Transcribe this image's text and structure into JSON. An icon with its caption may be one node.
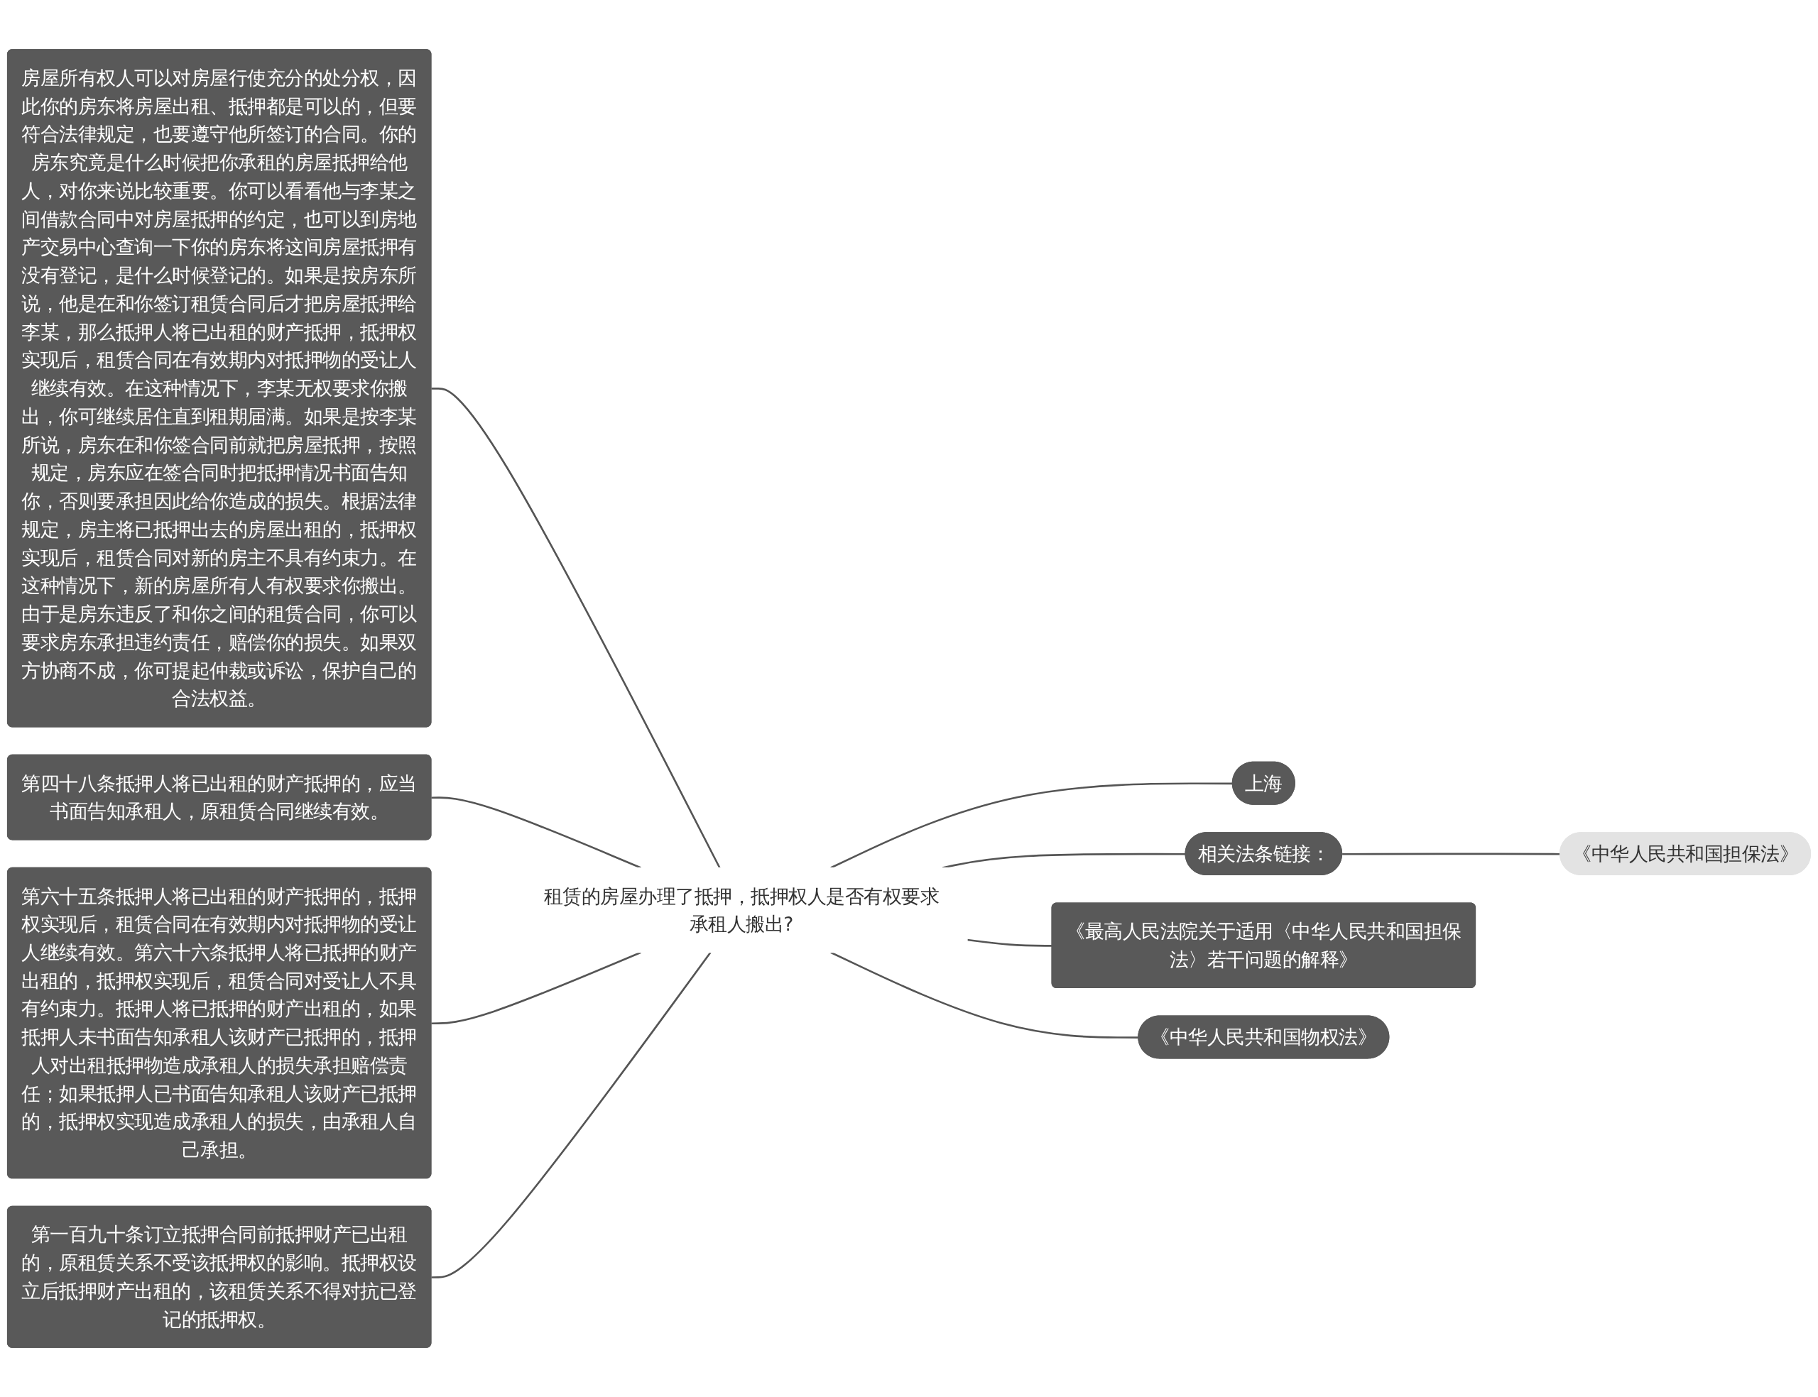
{
  "diagram": {
    "nodes": [
      {
        "text": [
          "租赁的房屋办理了抵押，抵押权人是否有权要求承租人搬出?"
        ]
      },
      {
        "text": [
          "房屋所有权人可以对房屋行使充分的处分权，因此你的房东将房屋出租、抵押都是可以的，但要符合法律规定，也要遵守他所签订的合同。你的房东究竟是什么时候把你承租的房屋抵押给他人，对你来说比较重要。你可以看看他与李某之间借款合同中对房屋抵押的约定，也可以到房地产交易中心查询一下你的房东将这间房屋抵押有没有登记，是什么时候登记的。如果是按房东所说，他是在和你签订租赁合同后才把房屋抵押给李某，那么抵押人将已出租的财产抵押，抵押权实现后，租赁合同在有效期内对抵押物的受让人继续有效。在这种情况下，李某无权要求你搬出，你可继续居住直到租期届满。如果是按李某所说，房东在和你签合同前就把房屋抵押，按照规定，房东应在签合同时把抵押情况书面告知你，否则要承担因此给你造成的损失。根据法律规定，房主将已抵押出去的房屋出租的，抵押权实现后，租赁合同对新的房主不具有约束力。在这种情况下，新的房屋所有人有权要求你搬出。由于是房东违反了和你之间的租赁合同，你可以要求房东承担违约责任，赔偿你的损失。如果双方协商不成，你可提起仲裁或诉讼，保护自己的合法权益。"
        ]
      },
      {
        "text": [
          "第四十八条抵押人将已出租的财产抵押的，应当书面告知承租人，原租赁合同继续有效。"
        ]
      },
      {
        "text": [
          "第六十五条抵押人将已出租的财产抵押的，抵押权实现后，租赁合同在有效期内对抵押物的受让人继续有效。第六十六条抵押人将已抵押的财产出租的，抵押权实现后，租赁合同对受让人不具有约束力。抵押人将已抵押的财产出租的，如果抵押人未书面告知承租人该财产已抵押的，抵押人对出租抵押物造成承租人的损失承担赔偿责任；如果抵押人已书面告知承租人该财产已抵押的，抵押权实现造成承租人的损失，由承租人自己承担。"
        ]
      },
      {
        "text": [
          "第一百九十条订立抵押合同前抵押财产已出租的，原租赁关系不受该抵押权的影响。抵押权设立后抵押财产出租的，该租赁关系不得对抗已登记的抵押权。"
        ]
      },
      {
        "text": [
          "上海"
        ]
      },
      {
        "text": [
          "相关法条链接："
        ]
      },
      {
        "text": [
          "《中华人民共和国担保法》"
        ]
      },
      {
        "text": [
          "《最高人民法院关于适用〈中华人民共和国担保法〉若干问题的解释》"
        ]
      },
      {
        "text": [
          "《中华人民共和国物权法》"
        ]
      }
    ],
    "edges": [
      {
        "from": 0,
        "to": 1,
        "arrow": "none"
      },
      {
        "from": 0,
        "to": 2,
        "arrow": "none"
      },
      {
        "from": 0,
        "to": 3,
        "arrow": "none"
      },
      {
        "from": 0,
        "to": 4,
        "arrow": "none"
      },
      {
        "from": 0,
        "to": 5,
        "arrow": "none"
      },
      {
        "from": 0,
        "to": 6,
        "arrow": "none"
      },
      {
        "from": 6,
        "to": 7,
        "arrow": "none"
      },
      {
        "from": 0,
        "to": 8,
        "arrow": "none"
      },
      {
        "from": 0,
        "to": 9,
        "arrow": "none"
      }
    ]
  }
}
